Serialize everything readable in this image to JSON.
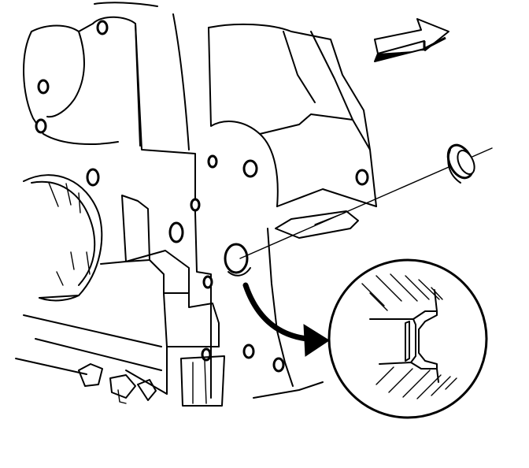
{
  "figure": {
    "subject": "engine-block-seal-installation",
    "callouts": [
      "front-direction-arrow",
      "seal-install-path",
      "seal-detail-view"
    ],
    "ink_color": "#000000",
    "paper_color": "#ffffff"
  }
}
